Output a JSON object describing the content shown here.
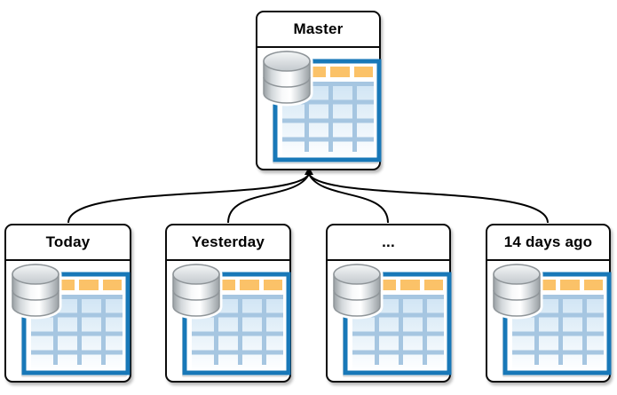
{
  "diagram": {
    "type": "tree",
    "description": "Master database replicated to daily snapshot databases",
    "nodes": [
      {
        "id": "master",
        "label": "Master",
        "role": "root",
        "icon": "database-table-icon"
      },
      {
        "id": "today",
        "label": "Today",
        "role": "child",
        "icon": "database-table-icon"
      },
      {
        "id": "yesterday",
        "label": "Yesterday",
        "role": "child",
        "icon": "database-table-icon"
      },
      {
        "id": "ellipsis",
        "label": "...",
        "role": "child",
        "icon": "database-table-icon"
      },
      {
        "id": "14-days-ago",
        "label": "14 days ago",
        "role": "child",
        "icon": "database-table-icon"
      }
    ],
    "edges": [
      {
        "from": "today",
        "to": "master",
        "arrowhead_at": "master"
      },
      {
        "from": "yesterday",
        "to": "master",
        "arrowhead_at": "master"
      },
      {
        "from": "ellipsis",
        "to": "master",
        "arrowhead_at": "master"
      },
      {
        "from": "14-days-ago",
        "to": "master",
        "arrowhead_at": "master"
      }
    ],
    "colors": {
      "background": "#ffffff",
      "node_background": "#ffffff",
      "node_border": "#0b0b0b",
      "edge": "#000000",
      "table_border": "#1878b8",
      "table_header": "#fbc268",
      "table_grid": "#a6c6e1",
      "table_body_top": "#cfe4f4",
      "table_body_bottom": "#fdfeff",
      "cylinder_light": "#f8f9fa",
      "cylinder_dark": "#9aa0a4"
    }
  }
}
